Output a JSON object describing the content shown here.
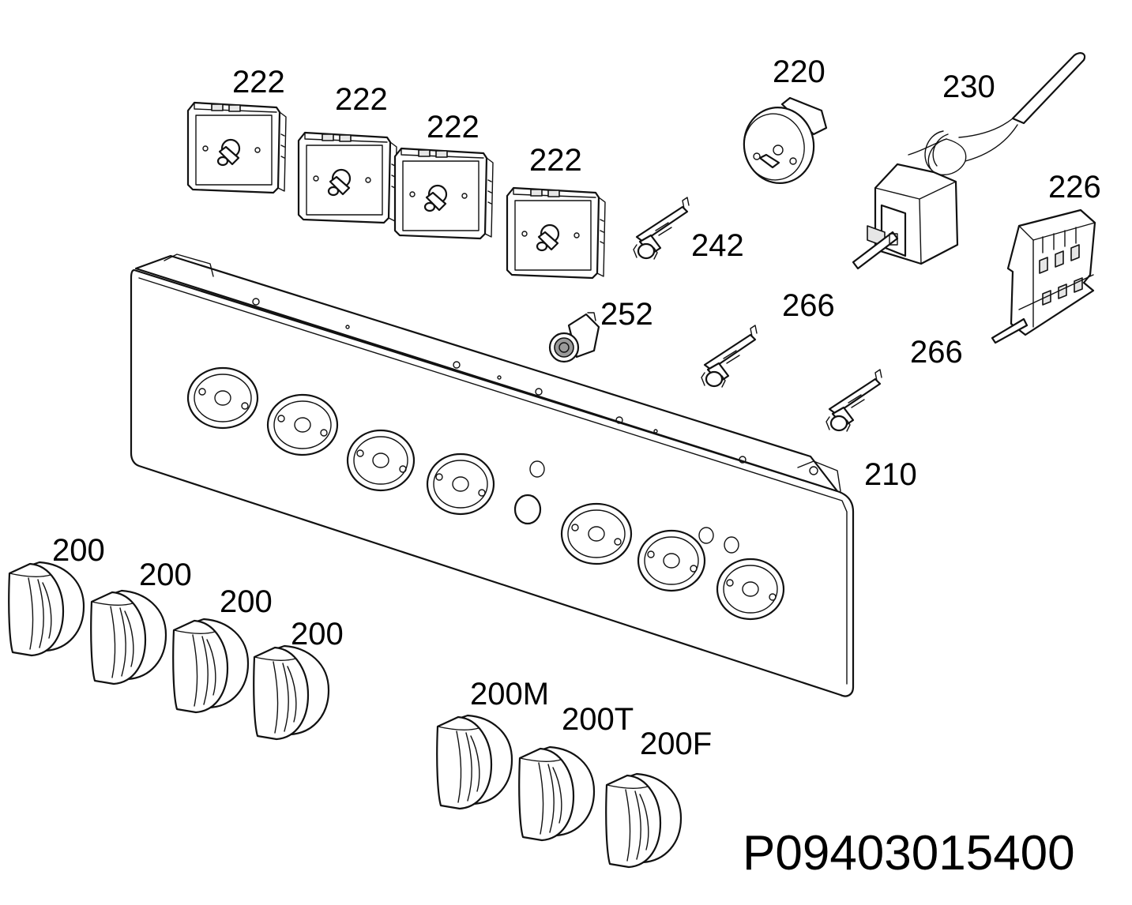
{
  "diagram": {
    "part_labels": {
      "switch_1": "222",
      "switch_2": "222",
      "switch_3": "222",
      "switch_4": "222",
      "timer": "220",
      "thermostat": "230",
      "selector": "226",
      "lamp_holder": "242",
      "pilot_lamp": "252",
      "indicator_1": "266",
      "indicator_2": "266",
      "control_panel": "210",
      "knob_1": "200",
      "knob_2": "200",
      "knob_3": "200",
      "knob_4": "200",
      "knob_m": "200M",
      "knob_t": "200T",
      "knob_f": "200F"
    },
    "drawing_code": "P09403015400"
  }
}
